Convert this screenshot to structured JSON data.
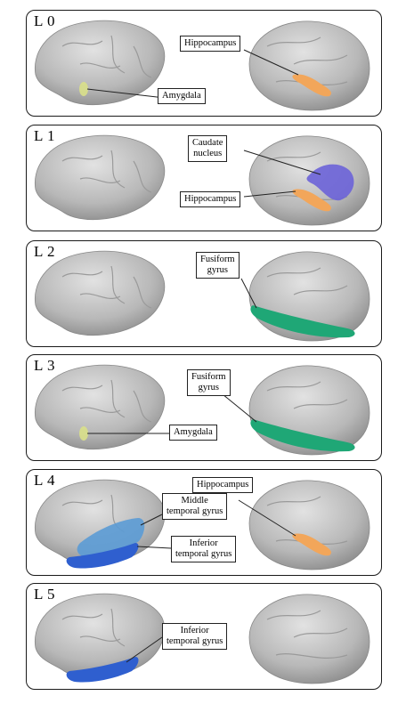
{
  "panels": [
    {
      "label": "L 0",
      "callouts": {
        "hippocampus": "Hippocampus",
        "amygdala": "Amygdala"
      }
    },
    {
      "label": "L 1",
      "callouts": {
        "caudate_1": "Caudate",
        "caudate_2": "nucleus",
        "hippocampus": "Hippocampus"
      }
    },
    {
      "label": "L 2",
      "callouts": {
        "fusiform_1": "Fusiform",
        "fusiform_2": "gyrus"
      }
    },
    {
      "label": "L 3",
      "callouts": {
        "fusiform_1": "Fusiform",
        "fusiform_2": "gyrus",
        "amygdala": "Amygdala"
      }
    },
    {
      "label": "L 4",
      "callouts": {
        "hippocampus": "Hippocampus",
        "middle_1": "Middle",
        "middle_2": "temporal gyrus",
        "inferior_1": "Inferior",
        "inferior_2": "temporal gyrus"
      }
    },
    {
      "label": "L 5",
      "callouts": {
        "inferior_1": "Inferior",
        "inferior_2": "temporal gyrus"
      }
    }
  ],
  "colors": {
    "brain": "#bdbdbd",
    "amygdala": "#d9e08a",
    "hippocampus": "#f2a65a",
    "caudate": "#6b63d8",
    "fusiform": "#1fa776",
    "temporal_middle": "#5b9bd5",
    "temporal_inferior": "#2f5fcf"
  }
}
